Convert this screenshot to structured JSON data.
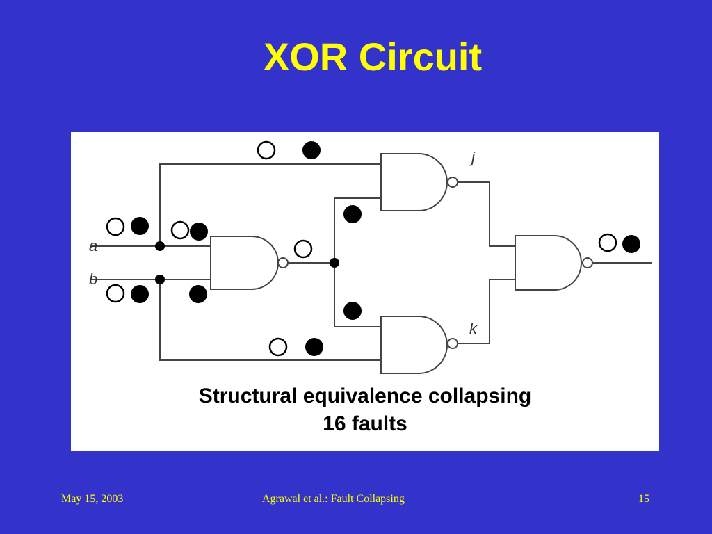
{
  "slide": {
    "title": "XOR Circuit",
    "caption_line1": "Structural equivalence collapsing",
    "caption_line2": "16 faults"
  },
  "diagram": {
    "input_a": "a",
    "input_b": "b",
    "node_j": "j",
    "node_k": "k",
    "colors": {
      "wire": "#444444",
      "marker": "#000000",
      "panel": "#ffffff"
    }
  },
  "footer": {
    "date": "May 15, 2003",
    "author": "Agrawal et al.: Fault Collapsing",
    "page": "15"
  }
}
